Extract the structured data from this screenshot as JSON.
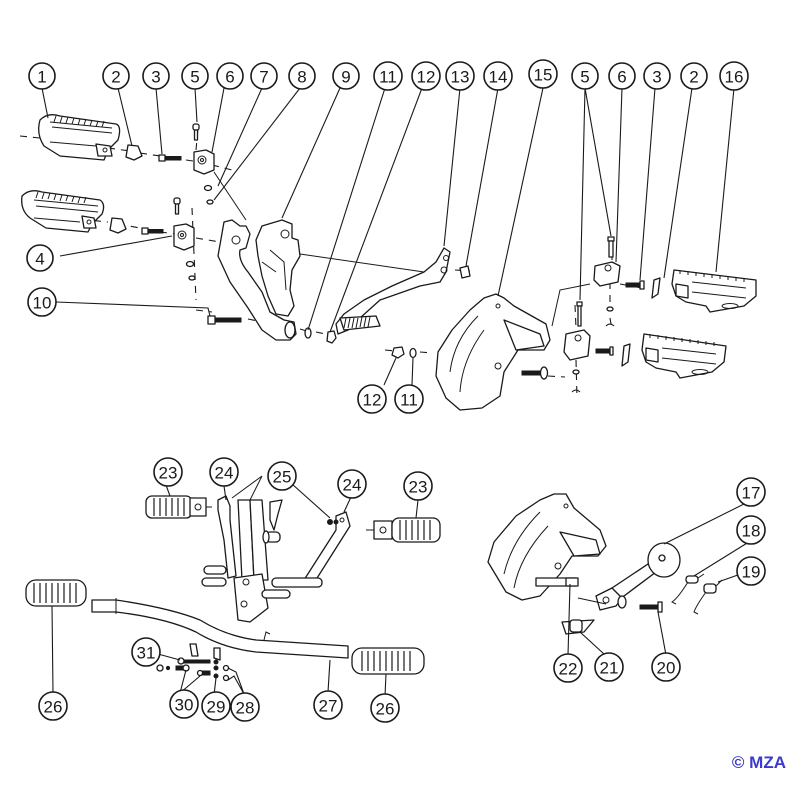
{
  "diagram": {
    "title": "Footrest / brake pedal exploded view",
    "copyright": "© MZA",
    "accent_color": "#3a3acc",
    "line_color": "#1a1a1a",
    "callouts": [
      {
        "id": "c1",
        "label": "1"
      },
      {
        "id": "c2",
        "label": "2"
      },
      {
        "id": "c3",
        "label": "3"
      },
      {
        "id": "c5",
        "label": "5"
      },
      {
        "id": "c6",
        "label": "6"
      },
      {
        "id": "c7",
        "label": "7"
      },
      {
        "id": "c8",
        "label": "8"
      },
      {
        "id": "c9",
        "label": "9"
      },
      {
        "id": "c11",
        "label": "11"
      },
      {
        "id": "c12",
        "label": "12"
      },
      {
        "id": "c13",
        "label": "13"
      },
      {
        "id": "c14",
        "label": "14"
      },
      {
        "id": "c15",
        "label": "15"
      },
      {
        "id": "c5b",
        "label": "5"
      },
      {
        "id": "c6b",
        "label": "6"
      },
      {
        "id": "c3b",
        "label": "3"
      },
      {
        "id": "c2b",
        "label": "2"
      },
      {
        "id": "c16",
        "label": "16"
      },
      {
        "id": "c4",
        "label": "4"
      },
      {
        "id": "c10",
        "label": "10"
      },
      {
        "id": "c12b",
        "label": "12"
      },
      {
        "id": "c11b",
        "label": "11"
      },
      {
        "id": "c23",
        "label": "23"
      },
      {
        "id": "c24",
        "label": "24"
      },
      {
        "id": "c25",
        "label": "25"
      },
      {
        "id": "c24b",
        "label": "24"
      },
      {
        "id": "c23b",
        "label": "23"
      },
      {
        "id": "c17",
        "label": "17"
      },
      {
        "id": "c18",
        "label": "18"
      },
      {
        "id": "c19",
        "label": "19"
      },
      {
        "id": "c22",
        "label": "22"
      },
      {
        "id": "c21",
        "label": "21"
      },
      {
        "id": "c20",
        "label": "20"
      },
      {
        "id": "c26",
        "label": "26"
      },
      {
        "id": "c31",
        "label": "31"
      },
      {
        "id": "c30",
        "label": "30"
      },
      {
        "id": "c29",
        "label": "29"
      },
      {
        "id": "c28",
        "label": "28"
      },
      {
        "id": "c27",
        "label": "27"
      },
      {
        "id": "c26b",
        "label": "26"
      }
    ]
  }
}
